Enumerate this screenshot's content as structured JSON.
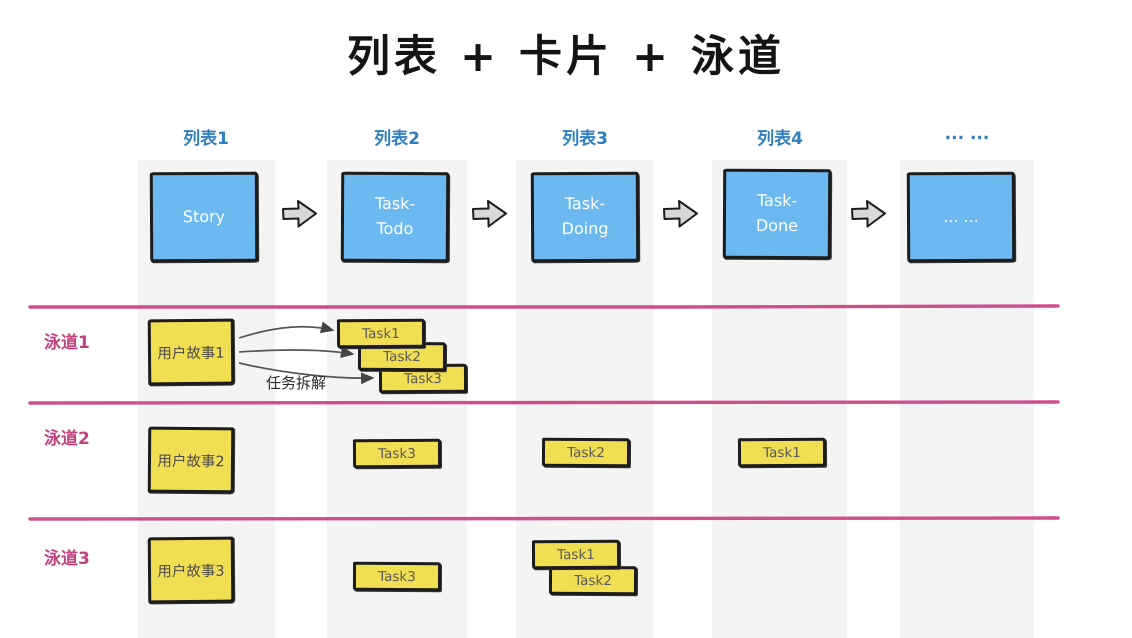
{
  "title": "列表 + 卡片 + 泳道",
  "columns": [
    {
      "label": "列表1"
    },
    {
      "label": "列表2"
    },
    {
      "label": "列表3"
    },
    {
      "label": "列表4"
    },
    {
      "label": "... ..."
    }
  ],
  "flow": {
    "cards": [
      {
        "label": "Story"
      },
      {
        "label": "Task-Todo"
      },
      {
        "label": "Task-Doing"
      },
      {
        "label": "Task-Done"
      },
      {
        "label": "... ..."
      }
    ]
  },
  "lanes": {
    "lane1": {
      "label": "泳道1",
      "story": "用户故事1",
      "task_a": "Task1",
      "task_b": "Task2",
      "task_c": "Task3",
      "annotation": "任务拆解"
    },
    "lane2": {
      "label": "泳道2",
      "story": "用户故事2",
      "list2_task": "Task3",
      "list3_task": "Task2",
      "list4_task": "Task1"
    },
    "lane3": {
      "label": "泳道3",
      "story": "用户故事3",
      "list2_task": "Task3",
      "list3_task_top": "Task1",
      "list3_task_bottom": "Task2"
    }
  },
  "colors": {
    "header_text": "#2E7EC2",
    "flow_card_fill": "#6CB8F0",
    "sticky_fill": "#F2DE52",
    "lane_line": "#CF4F8E",
    "lane_label": "#C4417F",
    "column_strip": "#F4F4F4",
    "arrow_fill": "#D8D8D8"
  }
}
